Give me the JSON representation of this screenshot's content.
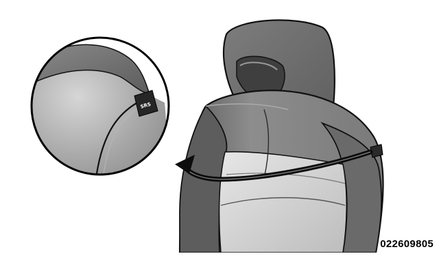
{
  "figure": {
    "reference_code": "022609805",
    "magnified_tag_label": "SRS",
    "colors": {
      "seat_dark": "#6f6f6f",
      "seat_mid": "#8e8e8e",
      "seat_light": "#c9c9c9",
      "insert_light": "#dcdcdc",
      "outline": "#1a1a1a",
      "arrow": "#0d0d0d",
      "tag": "#2a2a2a"
    },
    "icons": [
      "seat-illustration",
      "magnifier-callout",
      "curved-arrow-icon",
      "srs-label-tag"
    ]
  }
}
